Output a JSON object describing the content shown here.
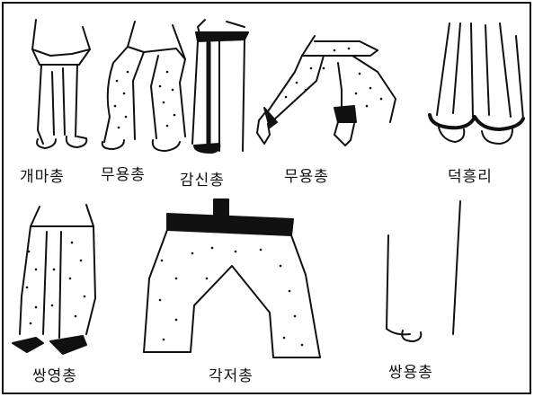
{
  "figure": {
    "panels": [
      {
        "id": "gaemajeong",
        "label": "개마총"
      },
      {
        "id": "muyongchong-1",
        "label": "무용총"
      },
      {
        "id": "gamsinchong",
        "label": "감신총"
      },
      {
        "id": "muyongchong-2",
        "label": "무용총"
      },
      {
        "id": "deokheungri",
        "label": "덕흥리"
      },
      {
        "id": "ssangyeongchong",
        "label": "쌍영총"
      },
      {
        "id": "gakjeochong",
        "label": "각저총"
      },
      {
        "id": "ssangyongchong",
        "label": "쌍용총"
      }
    ]
  },
  "colors": {
    "line": "#111111",
    "paper": "#ffffff"
  }
}
